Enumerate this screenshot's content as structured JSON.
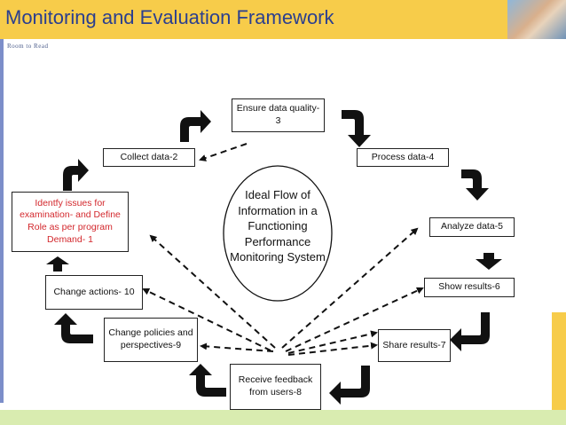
{
  "header": {
    "title": "Monitoring and Evaluation Framework",
    "logo": "Room to Read"
  },
  "colors": {
    "header_bg": "#f7cc4a",
    "title": "#2b3f8f",
    "red_text": "#d3282d",
    "arrow": "#111111"
  },
  "center": {
    "text": "Ideal Flow of Information in a Functioning Performance Monitoring System"
  },
  "steps": {
    "identify": "Identfy issues for examination- and Define Role as per program Demand- 1",
    "collect": "Collect data-2",
    "ensure": "Ensure data quality-3",
    "process": "Process data-4",
    "analyze": "Analyze data-5",
    "show": "Show results-6",
    "share": "Share results-7",
    "receive": "Receive feedback from users-8",
    "policies": "Change policies and perspectives-9",
    "actions": "Change actions- 10"
  }
}
